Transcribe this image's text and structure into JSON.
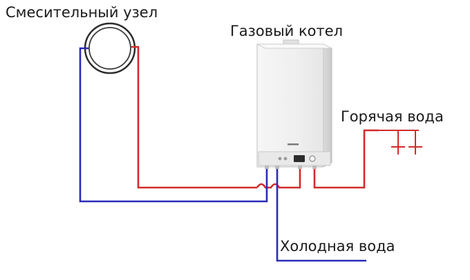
{
  "labels": {
    "mixing_unit": "Смесительный узел",
    "gas_boiler": "Газовый котел",
    "hot_water": "Горячая вода",
    "cold_water": "Холодная вода"
  },
  "colors": {
    "hot_pipe": "#d42a2a",
    "cold_pipe": "#2a2ab8",
    "background": "#ffffff"
  }
}
